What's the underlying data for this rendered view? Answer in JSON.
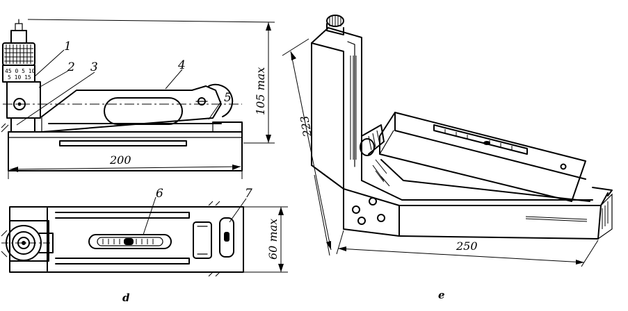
{
  "callouts": [
    "1",
    "2",
    "3",
    "4",
    "5",
    "6",
    "7"
  ],
  "dimensions": {
    "d_length": "200",
    "d_height": "105 max",
    "d_width": "60 max",
    "e_height": "223",
    "e_length": "250"
  },
  "micrometer_scale": {
    "row1": "45 0 5 10",
    "row2": "5 10 15"
  },
  "captions": {
    "left": "d",
    "right": "e"
  }
}
